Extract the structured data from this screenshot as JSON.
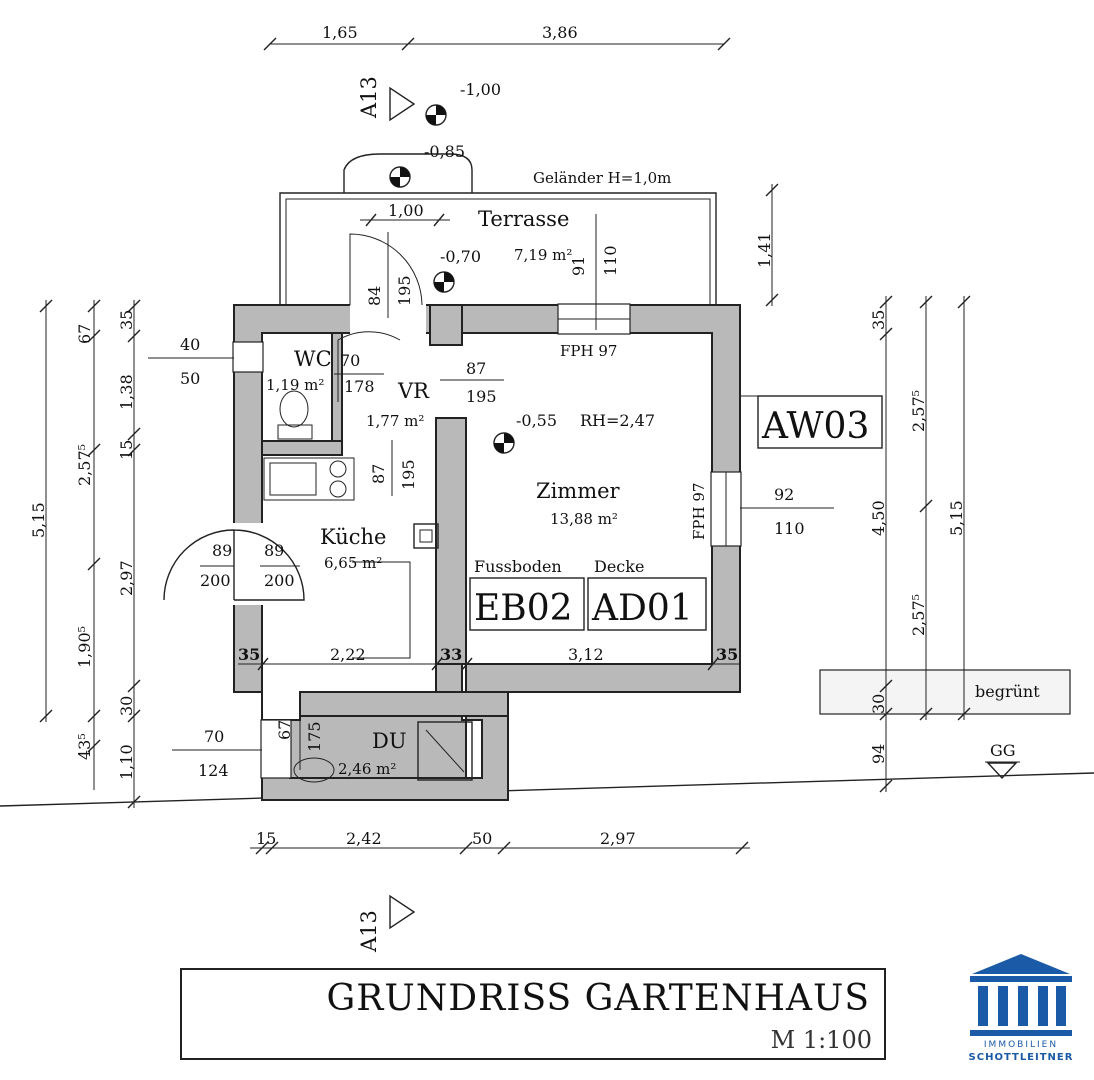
{
  "rooms": {
    "terrasse": {
      "name": "Terrasse",
      "area": "7,19 m²",
      "level": "-0,70"
    },
    "wc": {
      "name": "WC",
      "area": "1,19 m²"
    },
    "vr": {
      "name": "VR",
      "area": "1,77 m²"
    },
    "zimmer": {
      "name": "Zimmer",
      "area": "13,88 m²",
      "level": "-0,55",
      "rh": "RH=2,47"
    },
    "kueche": {
      "name": "Küche",
      "area": "6,65 m²"
    },
    "du": {
      "name": "DU",
      "area": "2,46 m²"
    }
  },
  "levels": {
    "top": "-1,00",
    "entry": "-0,85"
  },
  "railing": "Geländer H=1,0m",
  "labels": {
    "fph_top": "FPH 97",
    "fph_right": "FPH 97",
    "fussboden": "Fussboden",
    "decke": "Decke",
    "eb02": "EB02",
    "ad01": "AD01",
    "aw03": "AW03",
    "begruent": "begrünt",
    "gg": "GG",
    "section": "A13"
  },
  "dims": {
    "top": [
      "1,65",
      "3,86"
    ],
    "terr_door_w": "1,00",
    "terr_h": "1,41",
    "terr_win": [
      "91",
      "110"
    ],
    "door_vert": [
      "84",
      "195"
    ],
    "wc_win": [
      "40",
      "50"
    ],
    "wc_door": [
      "70",
      "178"
    ],
    "vr_door_top": [
      "87",
      "195"
    ],
    "vr_door_side": [
      "87",
      "195"
    ],
    "ext_door": [
      "89",
      "200",
      "89",
      "200"
    ],
    "zim_win": [
      "92",
      "110"
    ],
    "du_win": [
      "70",
      "124"
    ],
    "du_door": [
      "67",
      "175"
    ],
    "inner": [
      "35",
      "2,22",
      "33",
      "3,12",
      "35"
    ],
    "bottom": [
      "15",
      "2,42",
      "50",
      "2,97"
    ],
    "left1": [
      "5,15"
    ],
    "left2": [
      "67",
      "1,38",
      "15",
      "2,57⁵",
      "2,97",
      "1,90⁵",
      "30",
      "43⁵",
      "1,10"
    ],
    "left3": [
      "35"
    ],
    "right1": [
      "35",
      "4,50",
      "30",
      "94"
    ],
    "right2": [
      "2,57⁵",
      "2,57⁵"
    ],
    "right3": [
      "5,15"
    ]
  },
  "title": "GRUNDRISS GARTENHAUS",
  "scale": "M 1:100",
  "logo": {
    "line1": "IMMOBILIEN",
    "line2": "SCHOTTLEITNER",
    "color": "#1a5aa6"
  }
}
